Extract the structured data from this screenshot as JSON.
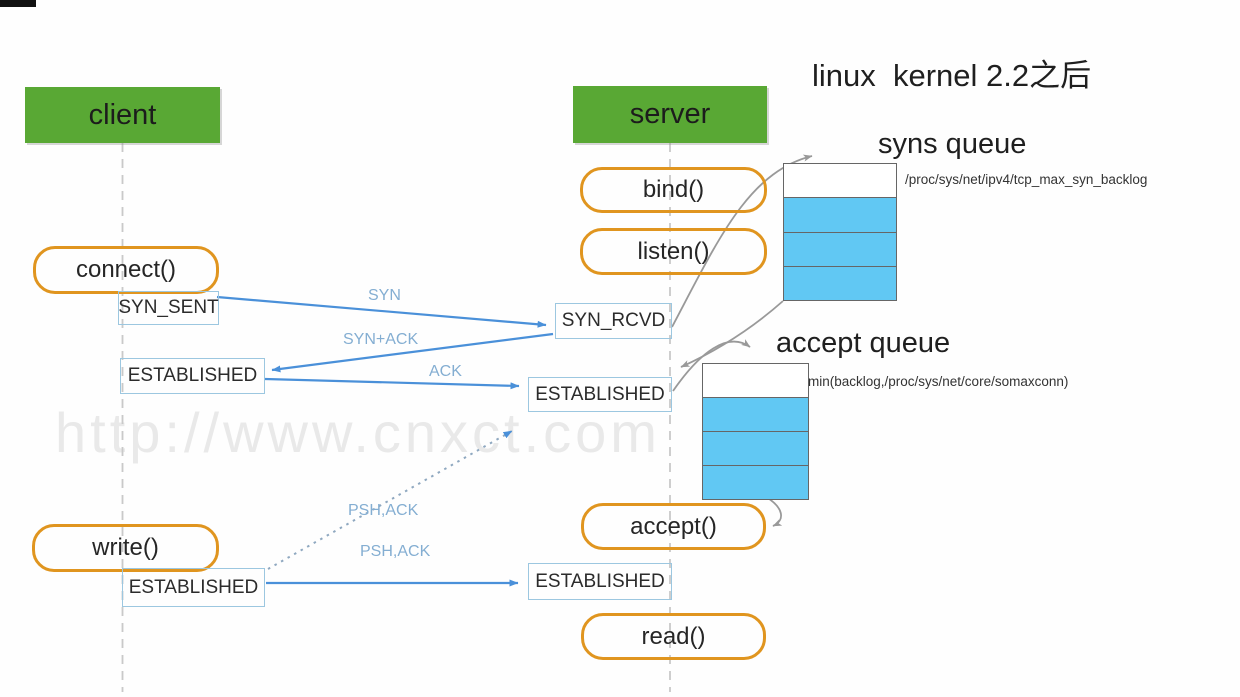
{
  "title": "linux  kernel 2.2之后",
  "watermark": "http://www.cnxct.com",
  "actors": {
    "client": "client",
    "server": "server"
  },
  "calls": {
    "connect": "connect()",
    "write": "write()",
    "bind": "bind()",
    "listen": "listen()",
    "accept": "accept()",
    "read": "read()"
  },
  "states": {
    "client_syn_sent": "SYN_SENT",
    "client_established_1": "ESTABLISHED",
    "client_established_2": "ESTABLISHED",
    "server_syn_rcvd": "SYN_RCVD",
    "server_established_1": "ESTABLISHED",
    "server_established_2": "ESTABLISHED"
  },
  "messages": {
    "syn": "SYN",
    "syn_ack": "SYN+ACK",
    "ack": "ACK",
    "psh_ack_1": "PSH,ACK",
    "psh_ack_2": "PSH,ACK"
  },
  "queues": {
    "syns": {
      "label": "syns queue",
      "note": "/proc/sys/net/ipv4/tcp_max_syn_backlog",
      "slots": 4,
      "filled": 3
    },
    "accept": {
      "label": "accept queue",
      "note": "min(backlog,/proc/sys/net/core/somaxconn)",
      "slots": 4,
      "filled": 3
    }
  },
  "colors": {
    "green": "#59a834",
    "orange": "#e0951f",
    "arrow_blue": "#4a90d9",
    "label_blue": "#84aed2",
    "state_border": "#9cc7e0",
    "queue_fill": "#61c8f3",
    "queue_border": "#666666",
    "gray": "#999999",
    "dot_gray": "#8fa8c0",
    "lifeline": "#c9c9c9",
    "watermark": "#e9e9e9"
  }
}
